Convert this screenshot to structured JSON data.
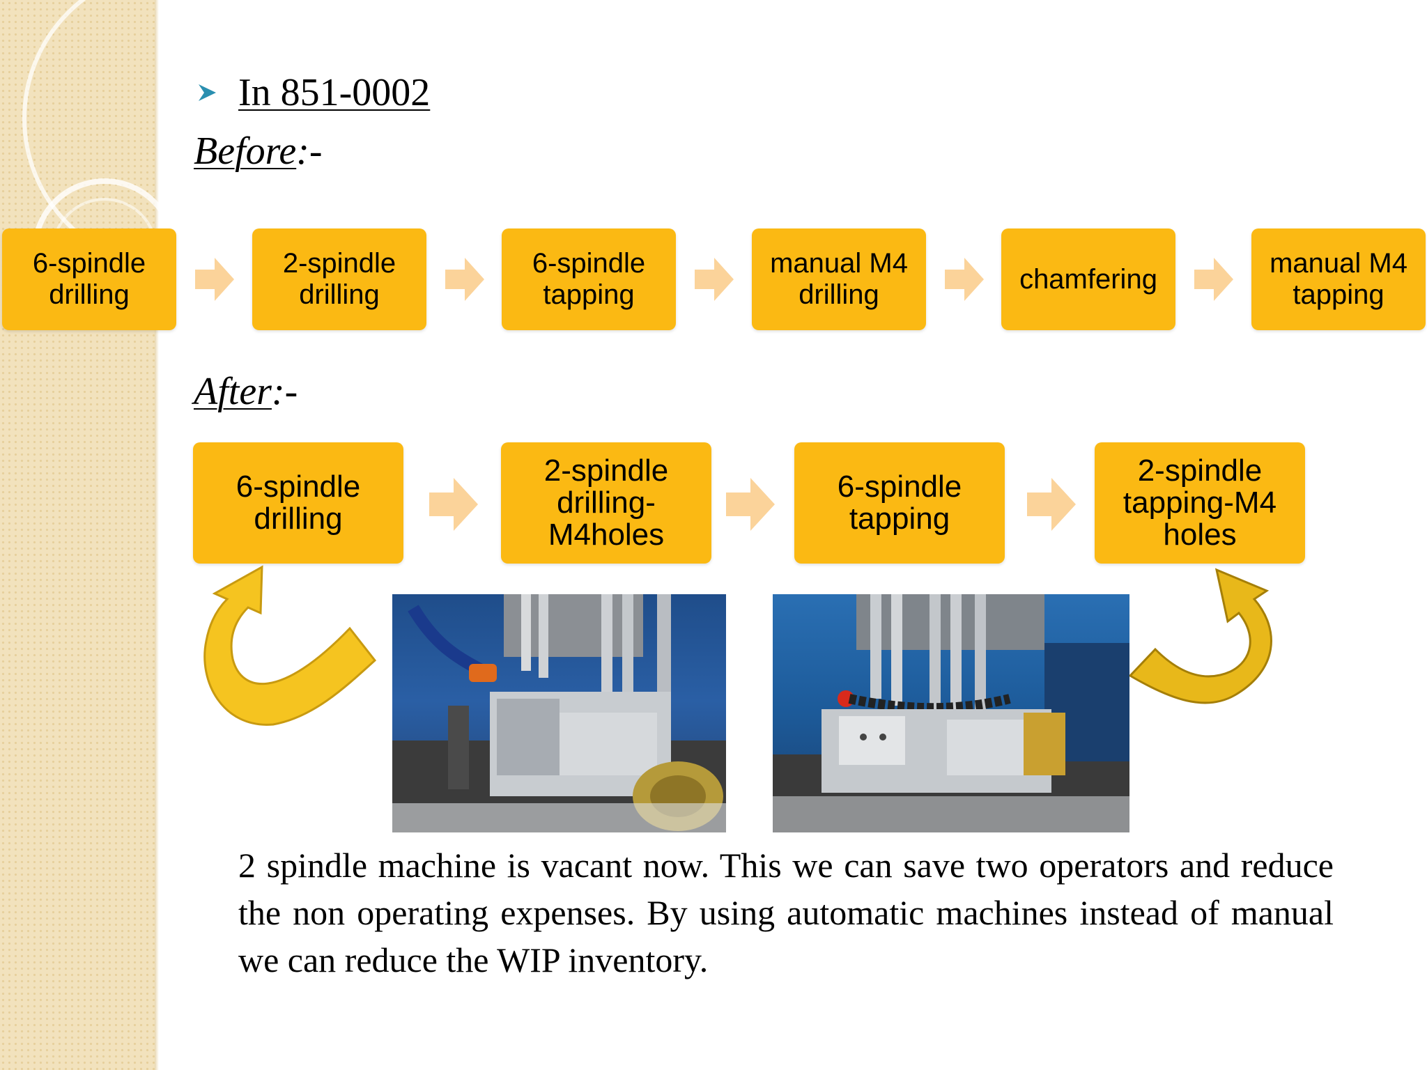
{
  "heading": "In 851-0002",
  "before": {
    "label": "Before",
    "suffix": ":-",
    "steps": [
      "6-spindle\ndrilling",
      "2-spindle\ndrilling",
      "6-spindle\ntapping",
      "manual M4\ndrilling",
      "chamfering",
      "manual M4\ntapping"
    ]
  },
  "after": {
    "label": "After",
    "suffix": ":-",
    "steps": [
      "6-spindle\ndrilling",
      "2-spindle\ndrilling-\nM4holes",
      "6-spindle\ntapping",
      "2-spindle\ntapping-M4\nholes"
    ]
  },
  "caption": "2 spindle machine is vacant now. This we can save two operators and reduce the non operating expenses. By using automatic machines instead of manual we can reduce the WIP inventory.",
  "colors": {
    "box_fill": "#fbb913",
    "flow_arrow": "#fbd39a",
    "curved_arrow": "#f5c420",
    "bullet": "#2a8fb0",
    "side_band": "#f2e2bd"
  },
  "icons": [
    "bullet-arrow-icon",
    "flow-arrow-icon",
    "curved-arrow-icon"
  ]
}
